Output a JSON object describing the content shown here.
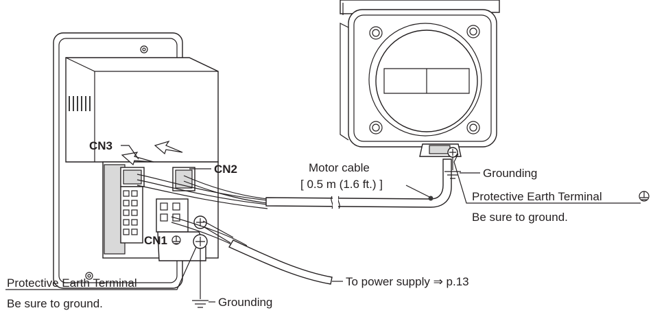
{
  "labels": {
    "cn3": "CN3",
    "cn2": "CN2",
    "cn1": "CN1",
    "motor_cable_line1": "Motor cable",
    "motor_cable_line2": "[ 0.5 m (1.6 ft.) ]",
    "grounding_motor": "Grounding",
    "pe_terminal_motor": "Protective Earth Terminal",
    "be_sure_motor": "Be sure to ground.",
    "to_power_supply": "To power supply ⇒ p.13",
    "pe_terminal_driver": "Protective Earth Terminal",
    "be_sure_driver": "Be sure to ground.",
    "grounding_driver": "Grounding"
  },
  "icons": {
    "earth_symbol": "protective-earth-icon",
    "ground_symbol": "ground-icon"
  },
  "colors": {
    "line": "#231f20",
    "fill": "#ffffff",
    "shade": "#d9d9d9"
  }
}
